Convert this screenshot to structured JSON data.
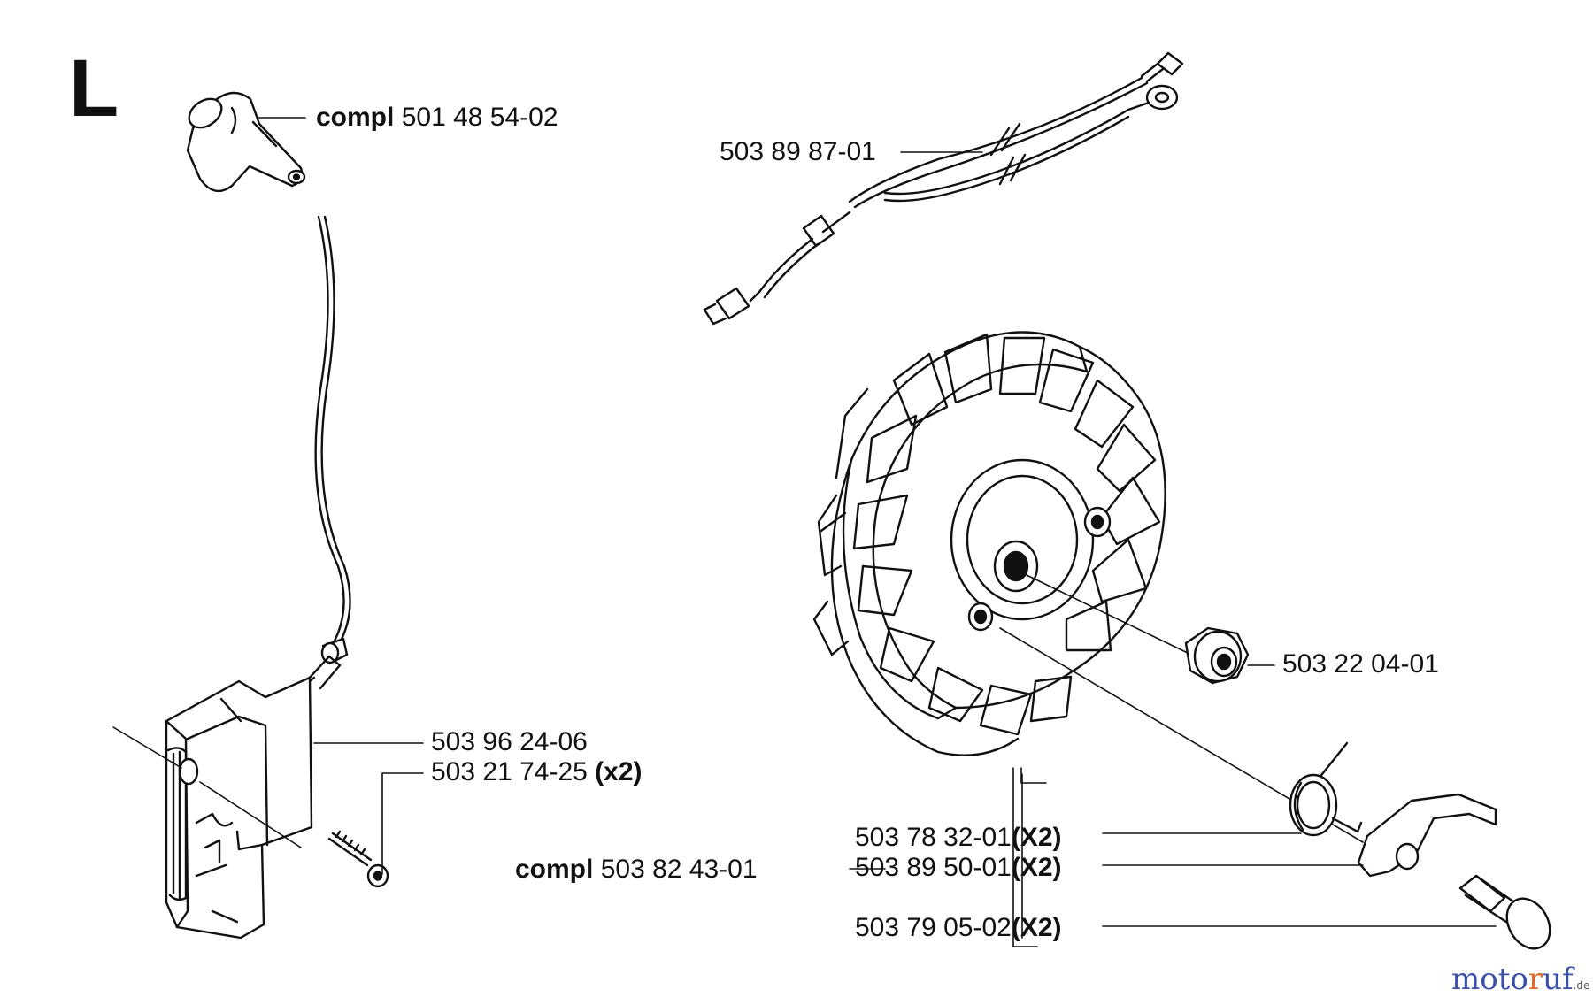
{
  "diagram": {
    "section_letter": "L",
    "parts": [
      {
        "prefix": "compl",
        "number": "501 48 54-02",
        "qty": ""
      },
      {
        "prefix": "",
        "number": "503 89 87-01",
        "qty": ""
      },
      {
        "prefix": "",
        "number": "503 22 04-01",
        "qty": ""
      },
      {
        "prefix": "",
        "number": "503 96 24-06",
        "qty": ""
      },
      {
        "prefix": "",
        "number": "503 21 74-25",
        "qty": "(x2)"
      },
      {
        "prefix": "",
        "number": "503 78 32-01",
        "qty": "(X2)"
      },
      {
        "prefix": "compl",
        "number": "503 82 43-01",
        "qty": ""
      },
      {
        "prefix": "",
        "number": "503 89 50-01",
        "qty": "(X2)"
      },
      {
        "prefix": "",
        "number": "503 79 05-02",
        "qty": "(X2)"
      }
    ]
  },
  "watermark": {
    "part1": "moto",
    "part2": "r",
    "part3": "uf",
    "suffix": ".de"
  },
  "colors": {
    "line": "#111111",
    "watermark_blue": "#3a4fa8",
    "watermark_orange": "#e0662a"
  }
}
